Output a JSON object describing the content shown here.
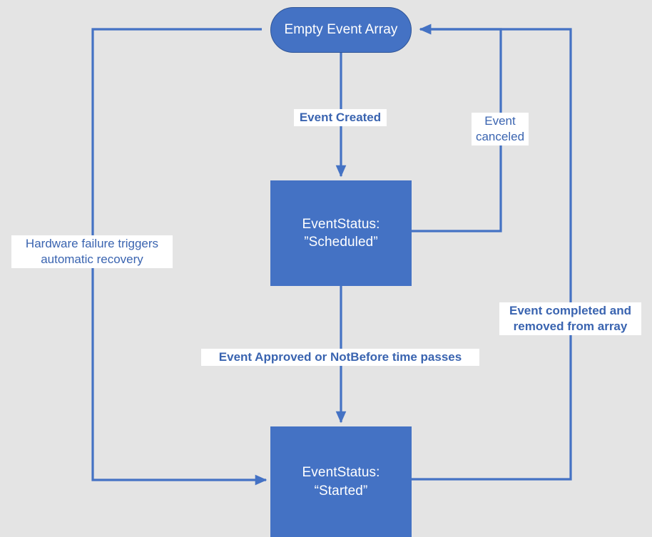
{
  "diagram": {
    "title": "Event lifecycle state diagram",
    "background_color": "#e4e4e4",
    "accent_color": "#4472c4",
    "label_text_color": "#3a64b0",
    "node_text_color": "#ffffff",
    "nodes": [
      {
        "id": "empty",
        "shape": "rounded-rectangle",
        "label": "Empty Event Array",
        "lines": [
          "Empty Event Array"
        ]
      },
      {
        "id": "scheduled",
        "shape": "rectangle",
        "label": "EventStatus: “Scheduled”",
        "lines": [
          "EventStatus:",
          "”Scheduled”"
        ]
      },
      {
        "id": "started",
        "shape": "rectangle",
        "label": "EventStatus: “Started”",
        "lines": [
          "EventStatus:",
          "“Started”"
        ]
      }
    ],
    "edges": [
      {
        "id": "created",
        "from": "empty",
        "to": "scheduled",
        "label": "Event Created",
        "lines": [
          "Event Created"
        ],
        "bold": true
      },
      {
        "id": "canceled",
        "from": "scheduled",
        "to": "empty",
        "label": "Event canceled",
        "lines": [
          "Event",
          "canceled"
        ],
        "bold": false
      },
      {
        "id": "approved",
        "from": "scheduled",
        "to": "started",
        "label": "Event Approved or NotBefore time passes",
        "lines": [
          "Event Approved or NotBefore time passes"
        ],
        "bold": true
      },
      {
        "id": "completed",
        "from": "started",
        "to": "empty",
        "label": "Event completed and removed from array",
        "lines": [
          "Event completed and",
          "removed from array"
        ],
        "bold": true
      },
      {
        "id": "hardware",
        "from": "empty",
        "to": "started",
        "label": "Hardware failure triggers automatic recovery",
        "lines": [
          "Hardware failure triggers",
          "automatic recovery"
        ],
        "bold": false
      }
    ]
  }
}
